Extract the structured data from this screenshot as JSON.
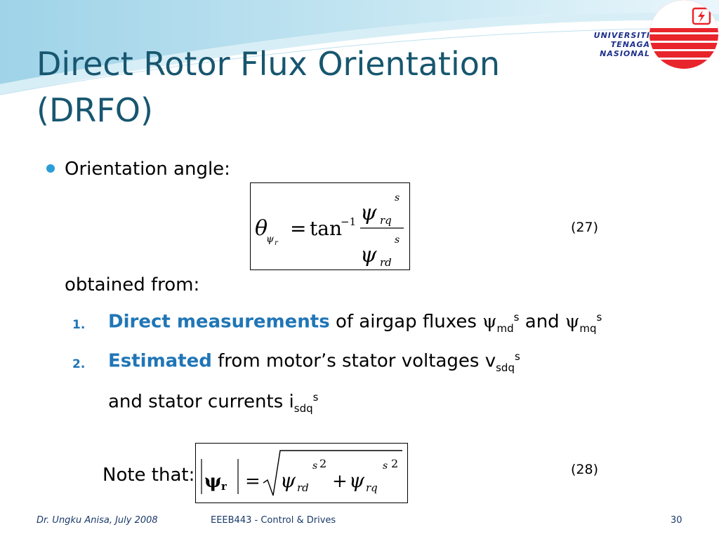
{
  "title": "Direct Rotor Flux Orientation (DRFO)",
  "logo": {
    "brand_lines": [
      "UNIVERSITI",
      "TENAGA",
      "NASIONAL"
    ]
  },
  "bullet": {
    "label": "Orientation angle:"
  },
  "eq27": {
    "lhs_symbol": "θ",
    "lhs_sub": "ψ",
    "lhs_subsub": "r",
    "equals": "=",
    "func": "tan",
    "func_sup": "−1",
    "num": "ψ",
    "num_sub": "rq",
    "num_sup": "s",
    "den": "ψ",
    "den_sub": "rd",
    "den_sup": "s",
    "tag": "(27)"
  },
  "obtained": "obtained from:",
  "list": [
    {
      "number": "1.",
      "highlight": "Direct measurements",
      "text": " of airgap fluxes ",
      "sym1": "ψ",
      "sub1": "md",
      "sup1": "s",
      "and": " and ",
      "sym2": "ψ",
      "sub2": "mq",
      "sup2": "s"
    },
    {
      "number": "2.",
      "highlight": "Estimated",
      "text": " from motor’s stator voltages v",
      "sub": "sdq",
      "sup": "s"
    }
  ],
  "cont": {
    "text": "and stator currents i",
    "sub": "sdq",
    "sup": "s"
  },
  "note": "Note that:",
  "eq28": {
    "lhs": "ψ",
    "lhs_sub": "r",
    "equals": "=",
    "t1": "ψ",
    "t1_sub": "rd",
    "t1_sup": "s",
    "t1_pow": "2",
    "plus": "+",
    "t2": "ψ",
    "t2_sub": "rq",
    "t2_sup": "s",
    "t2_pow": "2",
    "tag": "(28)"
  },
  "footer": {
    "author": "Dr. Ungku Anisa, July 2008",
    "course": "EEEB443 - Control & Drives",
    "page": "30"
  },
  "colors": {
    "title": "#17566f",
    "accent": "#2076b6",
    "bullet": "#2b9ed8",
    "logo_red": "#e8252b",
    "brand": "#1c2f8c"
  }
}
